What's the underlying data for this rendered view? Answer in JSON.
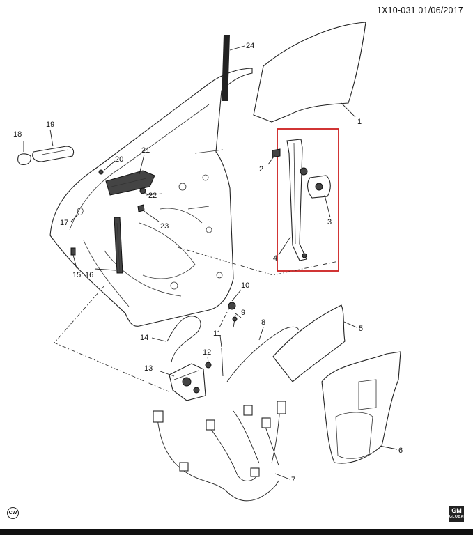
{
  "header": {
    "code": "1X10-031 01/06/2017"
  },
  "callouts": [
    "1",
    "2",
    "3",
    "4",
    "5",
    "6",
    "7",
    "8",
    "9",
    "10",
    "11",
    "12",
    "13",
    "14",
    "15",
    "16",
    "17",
    "18",
    "19",
    "20",
    "21",
    "22",
    "23",
    "24"
  ],
  "footer": {
    "left_mark": "CW",
    "logo_top": "GM",
    "logo_bottom": "GLOBAL"
  },
  "highlight_color": "#cc1f1f"
}
